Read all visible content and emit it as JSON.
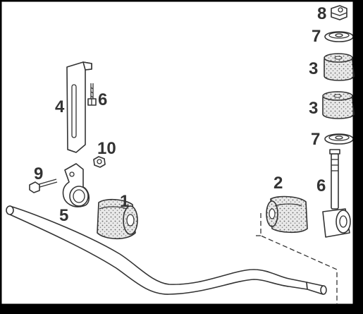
{
  "callouts": {
    "c1": "1",
    "c2": "2",
    "c3a": "3",
    "c3b": "3",
    "c4": "4",
    "c5": "5",
    "c6a": "6",
    "c6b": "6",
    "c7a": "7",
    "c7b": "7",
    "c8": "8",
    "c9": "9",
    "c10": "10"
  }
}
